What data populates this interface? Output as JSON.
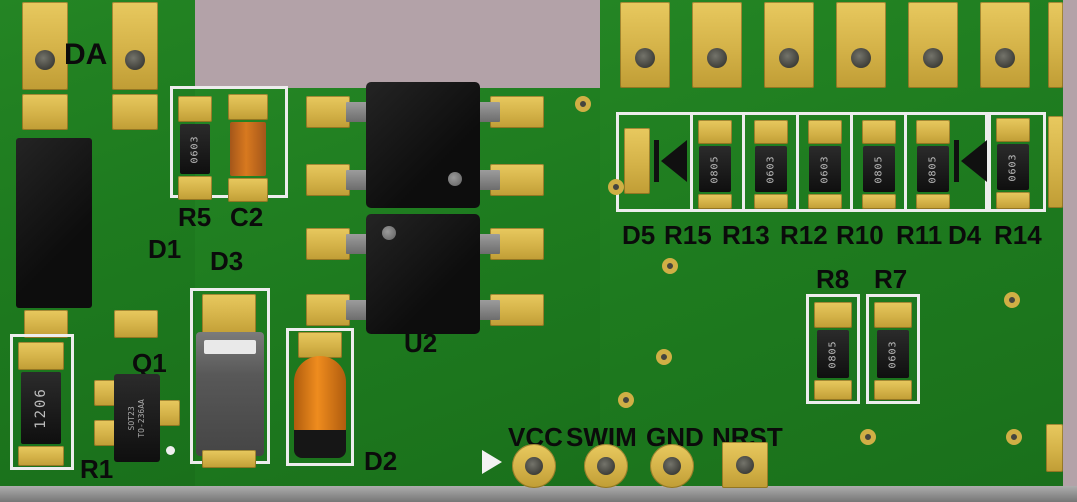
{
  "silkscreen": {
    "da": "DA",
    "r5": "R5",
    "c2": "C2",
    "d1": "D1",
    "d3": "D3",
    "u2": "U2",
    "q1": "Q1",
    "r1": "R1",
    "d2": "D2",
    "r8": "R8",
    "r7": "R7",
    "vcc": "VCC",
    "swim": "SWIM",
    "gnd": "GND",
    "nrst": "NRST",
    "row": [
      "D5",
      "R15",
      "R13",
      "R12",
      "R10",
      "R11",
      "D4",
      "R14"
    ]
  },
  "markings": {
    "r5_chip": "0603",
    "r1_chip": "1206",
    "q1_package_line1": "SOT23",
    "q1_package_line2": "TO-236AA",
    "row_chips": [
      "0805",
      "0603",
      "0603",
      "0805",
      "0805"
    ],
    "r14_chip": "0603",
    "r8_chip": "0805",
    "r7_chip": "0603"
  },
  "colors": {
    "board_green": "#1e7b1f",
    "pad_gold": "#d4b248",
    "silkscreen_black": "#0b0b0b",
    "silkscreen_white": "#ededed",
    "background_mauve": "#b3a2a8",
    "component_black": "#141414",
    "capacitor_orange": "#d8791f",
    "d2_orange": "#ef8c1e",
    "d3_gray": "#585858",
    "hole_dark": "#3b3b36",
    "board_edge_gray": "#8f8f8f"
  }
}
